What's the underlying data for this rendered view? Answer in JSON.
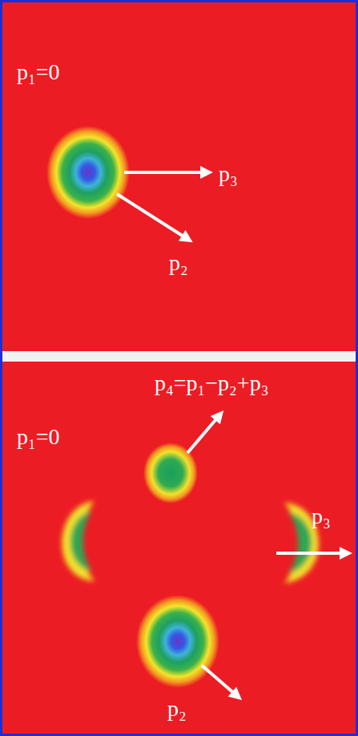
{
  "diagram": {
    "labels": [
      "p₁=0",
      "p₃",
      "p₂",
      "p₄=p₁−p₂+p₃",
      "p₁=0",
      "p₃",
      "p₂"
    ]
  }
}
